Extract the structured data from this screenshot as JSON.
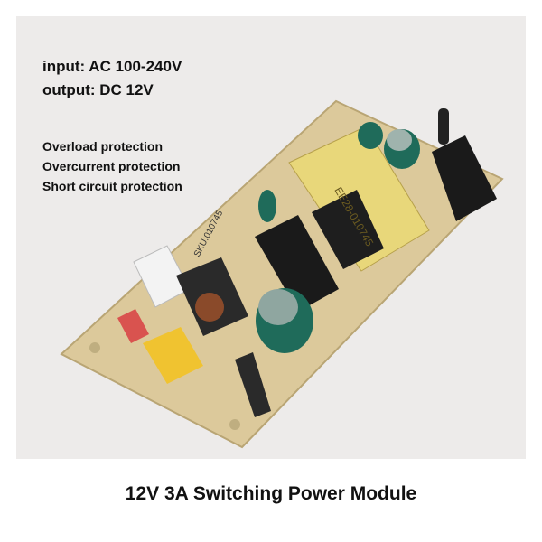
{
  "specs": {
    "input": "input: AC 100-240V",
    "output": "output: DC 12V"
  },
  "features": [
    "Overload protection",
    "Overcurrent protection",
    "Short circuit protection"
  ],
  "board_markings": {
    "sku": "SKU:010745",
    "transformer": "EE28-010745"
  },
  "caption": "12V 3A Switching Power Module",
  "colors": {
    "background": "#edebea",
    "board": "#dcc99b",
    "transformer": "#e8d77a",
    "capacitor": "#1f6b5a",
    "heatsink": "#1a1a1a"
  }
}
